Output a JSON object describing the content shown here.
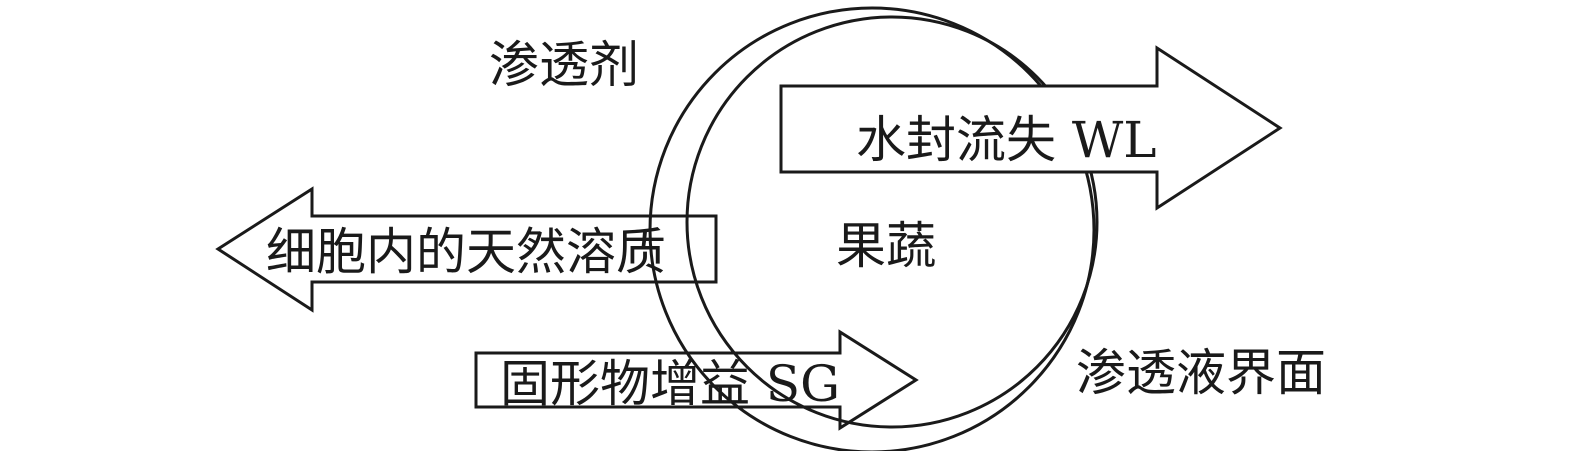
{
  "diagram": {
    "penetrant_label": "渗透剂",
    "water_loss_label": "水封流失 WL",
    "natural_solutes_label": "细胞内的天然溶质",
    "produce_label": "果蔬",
    "solid_gain_label": "固形物增益 SG",
    "solution_interface_label": "渗透液界面"
  }
}
